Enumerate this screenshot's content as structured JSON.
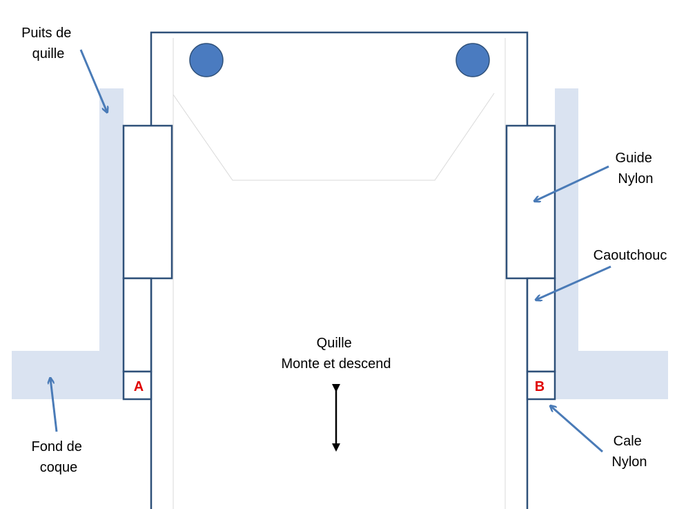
{
  "labels": {
    "puits_de_quille": [
      "Puits de",
      "quille"
    ],
    "fond_de_coque": [
      "Fond de",
      "coque"
    ],
    "guide_nylon": [
      "Guide",
      "Nylon"
    ],
    "caoutchouc": "Caoutchouc",
    "cale_nylon": [
      "Cale",
      "Nylon"
    ],
    "quille": [
      "Quille",
      "Monte et descend"
    ]
  },
  "markers": {
    "a": "A",
    "b": "B"
  },
  "colors": {
    "hull_fill": "#dae3f1",
    "outline": "#2e5079",
    "arrow": "#4a7bb7",
    "bolt": "#4a7bc0",
    "marker_text": "#e00000",
    "motion_arrow": "#000000",
    "keel_detail": "#d9d9d9"
  },
  "icons": {
    "bolts": "circle",
    "motion": "double-headed-vertical-arrow"
  }
}
